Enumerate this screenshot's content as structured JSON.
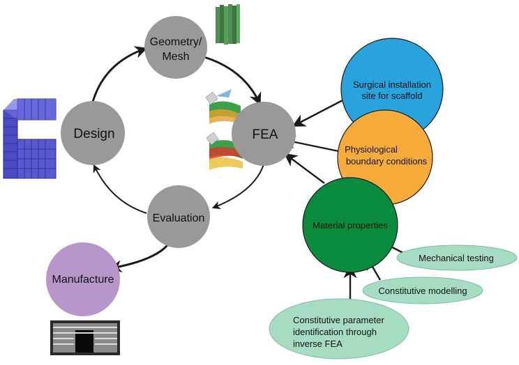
{
  "cycle": {
    "geometry_mesh": {
      "line1": "Geometry/",
      "line2": "Mesh"
    },
    "design": "Design",
    "fea": "FEA",
    "evaluation": "Evaluation"
  },
  "manufacture": "Manufacture",
  "inputs": {
    "surgical": {
      "line1": "Surgical installation",
      "line2": "site for scaffold"
    },
    "physiological": {
      "line1": "Physiological",
      "line2": "boundary conditions"
    },
    "material": "Material properties"
  },
  "material_sources": {
    "mechanical_testing": "Mechanical testing",
    "constitutive_modelling": "Constitutive modelling",
    "inverse_fea": {
      "line1": "Constitutive parameter",
      "line2": "identification through",
      "line3": "inverse FEA"
    }
  },
  "colors": {
    "cycle_node": "#999999",
    "surgical": "#29a3dd",
    "physiological": "#f7ab3b",
    "material": "#0a8c3f",
    "source_oval": "#a6dcc1",
    "manufacture": "#b797c9",
    "scaffold": "#5a5ac8"
  }
}
